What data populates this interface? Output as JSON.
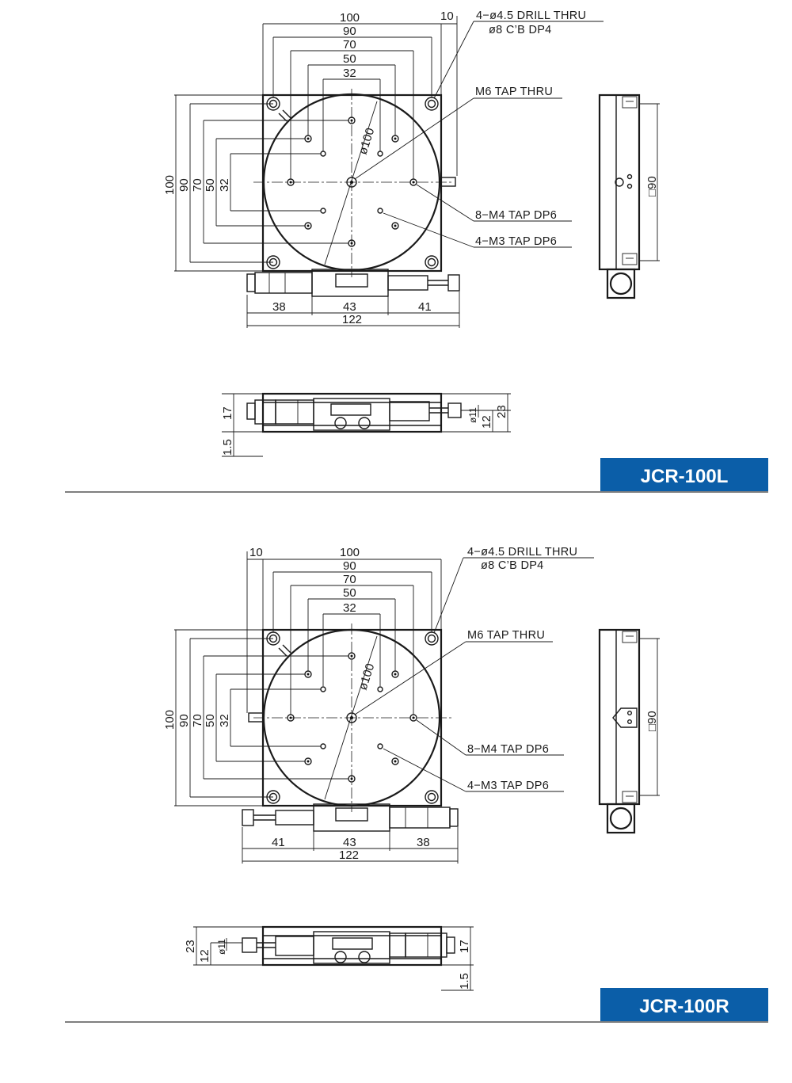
{
  "drawings": [
    {
      "model": "JCR-100L",
      "dims": {
        "w100": "100",
        "w90": "90",
        "w70": "70",
        "w50": "50",
        "w32": "32",
        "w10": "10",
        "h100": "100",
        "h90": "90",
        "h70": "70",
        "h50": "50",
        "h32": "32",
        "dia": "ø100",
        "b38": "38",
        "b43": "43",
        "b41": "41",
        "b122": "122",
        "sq90": "□90",
        "s17": "17",
        "s1_5": "1.5",
        "s23": "23",
        "s12": "12",
        "s11": "ø11"
      },
      "notes": {
        "drill1": "4−ø4.5  DRILL  THRU",
        "drill2": "ø8  C’B  DP4",
        "m6": "M6  TAP  THRU",
        "m4": "8−M4  TAP  DP6",
        "m3": "4−M3  TAP  DP6"
      }
    },
    {
      "model": "JCR-100R",
      "dims": {
        "w100": "100",
        "w90": "90",
        "w70": "70",
        "w50": "50",
        "w32": "32",
        "w10": "10",
        "h100": "100",
        "h90": "90",
        "h70": "70",
        "h50": "50",
        "h32": "32",
        "dia": "ø100",
        "b41": "41",
        "b43": "43",
        "b38": "38",
        "b122": "122",
        "sq90": "□90",
        "s17": "17",
        "s1_5": "1.5",
        "s23": "23",
        "s12": "12",
        "s11": "ø11"
      },
      "notes": {
        "drill1": "4−ø4.5  DRILL  THRU",
        "drill2": "ø8  C’B  DP4",
        "m6": "M6  TAP  THRU",
        "m4": "8−M4  TAP  DP6",
        "m3": "4−M3  TAP  DP6"
      }
    }
  ],
  "colors": {
    "badge": "#0b5ea8",
    "ink": "#1a1a1a"
  }
}
